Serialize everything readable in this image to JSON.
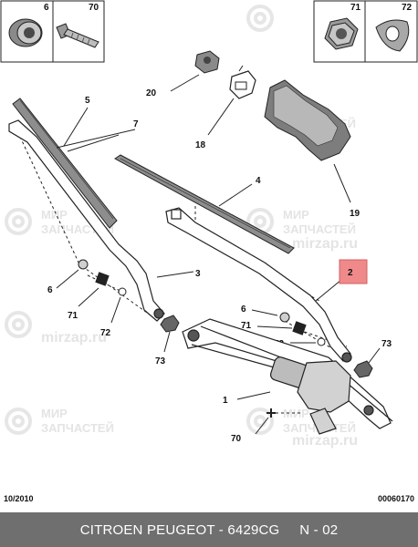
{
  "watermark": {
    "line1": "МИР",
    "line2": "ЗАПЧАСТЕЙ",
    "site": "mirzap.ru"
  },
  "parts": {
    "p1": "1",
    "p2": "2",
    "p3": "3",
    "p4": "4",
    "p5": "5",
    "p6": "6",
    "p7": "7",
    "p18": "18",
    "p19": "19",
    "p20": "20",
    "p70": "70",
    "p71": "71",
    "p72": "72",
    "p73": "73"
  },
  "highlight_color": "#f08a8a",
  "footer": {
    "date": "10/2010",
    "code": "00060170",
    "caption": "CITROEN PEUGEOT - 6429CG     N - 02"
  }
}
